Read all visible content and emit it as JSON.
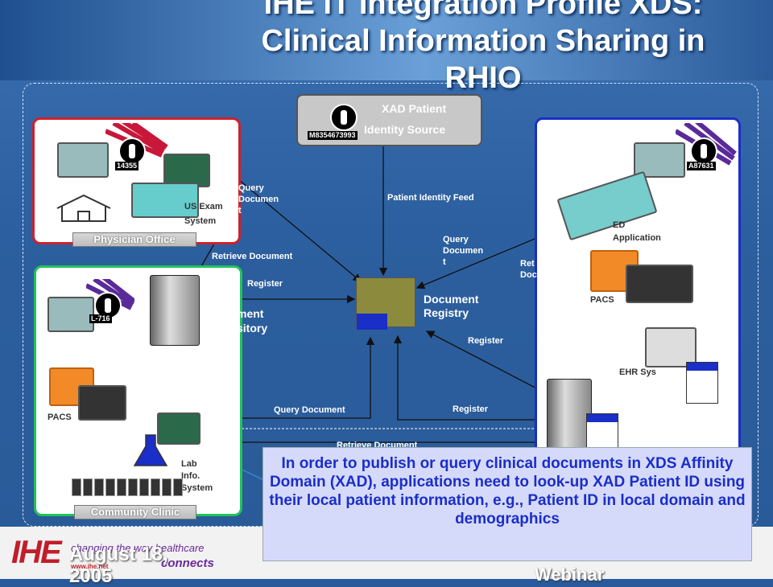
{
  "title": {
    "line1": "IHE IT Integration Profile XDS:",
    "line2": "Clinical Information Sharing in",
    "line3": "RHIO"
  },
  "xad_source": {
    "label_line1": "XAD Patient",
    "label_line2": "Identity Source",
    "patient_id": "M8354673993"
  },
  "physician_office": {
    "plate": "Physician Office",
    "patient_id": "14355",
    "system_line1": "US Exam",
    "system_line2": "System"
  },
  "community_clinic": {
    "plate": "Community Clinic",
    "patient_id": "L-716",
    "pacs": "PACS",
    "lab_line1": "Lab",
    "lab_line2": "Info.",
    "lab_line3": "System"
  },
  "hospital": {
    "patient_id": "A87631",
    "ed_line1": "ED",
    "ed_line2": "Application",
    "pacs": "PACS",
    "ehr": "EHR Sys"
  },
  "repository": {
    "line1": "ment",
    "line2": "sitory"
  },
  "registry": {
    "line1": "Document",
    "line2": "Registry"
  },
  "flows": {
    "query_doc_left_1": "Query",
    "query_doc_left_2": "Documen",
    "query_doc_left_3": "t",
    "retrieve_doc_left": "Retrieve Document",
    "register_left": "Register",
    "patient_identity_feed": "Patient Identity Feed",
    "query_doc_right_1": "Query",
    "query_doc_right_2": "Documen",
    "query_doc_right_3": "t",
    "retrieve_right_1": "Ret",
    "retrieve_right_2": "Doc",
    "register_right_mid": "Register",
    "query_document_bottom": "Query Document",
    "register_bottom": "Register",
    "retrieve_document_bottom": "Retrieve Document"
  },
  "callout": {
    "text": "In order to publish or query clinical documents in XDS Affinity Domain (XAD), applications need to look-up XAD Patient ID using their local patient information, e.g., Patient ID in local domain and demographics"
  },
  "footer": {
    "logo": "IHE",
    "tagline": "changing the way healthcare",
    "connects": "connects",
    "url": "www.ihe.net",
    "date_line1": "August 18,",
    "date_line2": "2005",
    "webinar": "Webinar"
  },
  "colors": {
    "background": "#2c5f9f",
    "physician_border": "#d0202a",
    "clinic_border": "#22c25a",
    "hospital_border": "#1a2ec8",
    "callout_text": "#1a2ec8",
    "callout_bg": "#d6dafa"
  }
}
